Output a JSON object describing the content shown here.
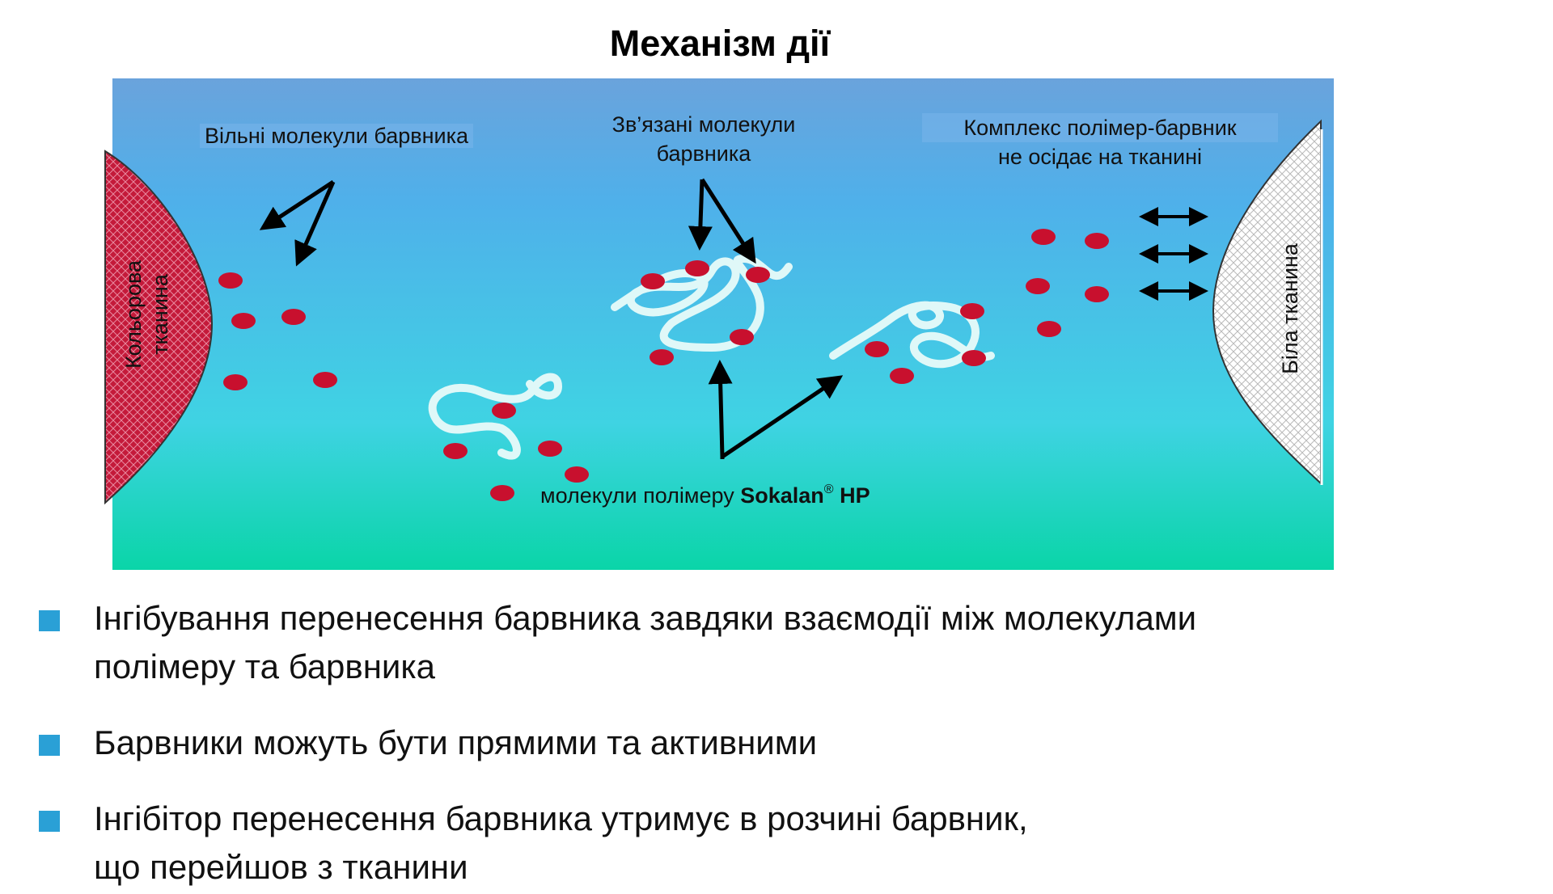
{
  "title": "Механізм дії",
  "labels": {
    "free_molecules": "Вільні молекули барвника",
    "bound_molecules_line1": "Зв’язані молекули",
    "bound_molecules_line2": "барвника",
    "complex_line1": "Комплекс полімер-барвник",
    "complex_line2": "не осідає на тканині",
    "colored_fabric_line1": "Кольорова",
    "colored_fabric_line2": "тканина",
    "white_fabric": "Біла тканина",
    "polymer_prefix": "молекули полімеру ",
    "polymer_brand": "Sokalan",
    "polymer_reg": "®",
    "polymer_suffix": " HP"
  },
  "bullets": [
    {
      "line1": "Інгібування перенесення барвника завдяки взаємодії між молекулами",
      "line2": "полімеру та барвника"
    },
    {
      "line1": "Барвники можуть бути прямими та активними"
    },
    {
      "line1": "Інгібітор перенесення барвника утримує в розчині барвник,",
      "line2": "що перейшов з тканини"
    }
  ],
  "colors": {
    "water_top": "#6aa3dc",
    "water_mid": "#4ab3e8",
    "water_bottom": "#0fd4ad",
    "dye_dot": "#c8102e",
    "polymer": "#dff8f8",
    "colored_fabric": "#c41a3a",
    "bullet_square": "#2aa0d6"
  }
}
